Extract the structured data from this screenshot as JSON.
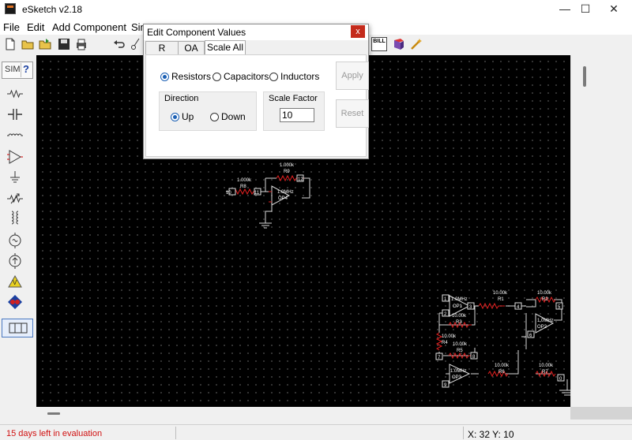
{
  "window": {
    "title": "eSketch v2.18",
    "minimize_glyph": "—",
    "maximize_glyph": "☐",
    "close_glyph": "✕"
  },
  "menu": {
    "items": [
      {
        "label": "File"
      },
      {
        "label": "Edit"
      },
      {
        "label": "Add Component"
      },
      {
        "label": "Sim"
      }
    ]
  },
  "toolbar": {
    "icons": [
      "new-file-icon",
      "open-folder-icon",
      "open-folder-alt-icon",
      "save-icon",
      "print-icon",
      "undo-icon",
      "cut-icon"
    ],
    "right_icons": [
      "bill-icon",
      "book-icon",
      "wand-icon"
    ],
    "bill_label": "BILL"
  },
  "leftbar": {
    "sim_label": "SIM",
    "help_label": "?",
    "tools": [
      "resistor-icon",
      "capacitor-icon",
      "inductor-icon",
      "opamp-icon",
      "ground-icon",
      "variable-resistor-icon",
      "transformer-icon",
      "ac-source-icon",
      "dc-source-icon",
      "voltmeter-icon",
      "probe-icon",
      "bus-icon"
    ]
  },
  "dialog": {
    "title": "Edit Component Values",
    "close_glyph": "x",
    "tabs": [
      {
        "label": "R"
      },
      {
        "label": "OA"
      },
      {
        "label": "Scale All"
      }
    ],
    "component_type": {
      "options": [
        "Resistors",
        "Capacitors",
        "Inductors"
      ],
      "selected": "Resistors"
    },
    "direction": {
      "label": "Direction",
      "options": [
        "Up",
        "Down"
      ],
      "selected": "Up"
    },
    "scale_factor": {
      "label": "Scale Factor",
      "value": "10"
    },
    "apply_label": "Apply",
    "reset_label": "Reset"
  },
  "status": {
    "evaluation_text": "15 days left in evaluation",
    "coords": "X: 32   Y: 10"
  },
  "colors": {
    "wire": "#d8d8d8",
    "resistor": "#e02020",
    "opamp_pin": "#e02020",
    "node_box": "#e0e0e0",
    "canvas_bg": "#000000",
    "eval_text": "#d01010"
  },
  "circuit": {
    "components": [
      {
        "ref": "R8",
        "value": "1.000k"
      },
      {
        "ref": "R9",
        "value": "1.000k"
      },
      {
        "ref": "OP4",
        "value": "1.0MHz"
      },
      {
        "ref": "R1",
        "value": "10.00k"
      },
      {
        "ref": "R2",
        "value": "10.00k"
      },
      {
        "ref": "R3",
        "value": "10.00k"
      },
      {
        "ref": "R4",
        "value": "10.00k"
      },
      {
        "ref": "R5",
        "value": "10.00k"
      },
      {
        "ref": "R6",
        "value": "10.00k"
      },
      {
        "ref": "R7",
        "value": "10.00k"
      },
      {
        "ref": "OP1",
        "value": "1.0MHz"
      },
      {
        "ref": "OP2",
        "value": "1.0MHz"
      },
      {
        "ref": "OP3",
        "value": "1.0MHz"
      }
    ],
    "nodes": [
      "10",
      "11",
      "12",
      "1",
      "2",
      "3",
      "4",
      "5",
      "6",
      "7",
      "8",
      "9",
      "0"
    ]
  }
}
